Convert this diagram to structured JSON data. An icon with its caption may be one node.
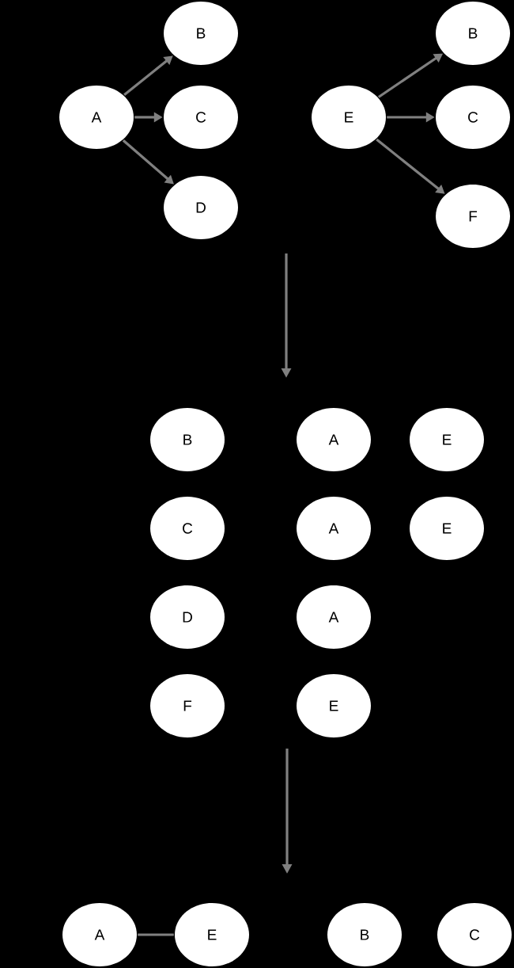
{
  "diagram": {
    "nodes": [
      {
        "text": [
          "A"
        ]
      },
      {
        "text": [
          "B"
        ]
      },
      {
        "text": [
          "C"
        ]
      },
      {
        "text": [
          "D"
        ]
      },
      {
        "text": [
          "E"
        ]
      },
      {
        "text": [
          "B"
        ]
      },
      {
        "text": [
          "C"
        ]
      },
      {
        "text": [
          "F"
        ]
      },
      {
        "text": [
          "B"
        ]
      },
      {
        "text": [
          "A"
        ]
      },
      {
        "text": [
          "E"
        ]
      },
      {
        "text": [
          "C"
        ]
      },
      {
        "text": [
          "A"
        ]
      },
      {
        "text": [
          "E"
        ]
      },
      {
        "text": [
          "D"
        ]
      },
      {
        "text": [
          "A"
        ]
      },
      {
        "text": [
          "F"
        ]
      },
      {
        "text": [
          "E"
        ]
      },
      {
        "text": [
          "A"
        ]
      },
      {
        "text": [
          "E"
        ]
      },
      {
        "text": [
          "B"
        ]
      },
      {
        "text": [
          "C"
        ]
      }
    ],
    "edges": [
      {
        "from": 0,
        "to": 1,
        "arrow": "to"
      },
      {
        "from": 0,
        "to": 2,
        "arrow": "to"
      },
      {
        "from": 0,
        "to": 3,
        "arrow": "to"
      },
      {
        "from": 4,
        "to": 5,
        "arrow": "to"
      },
      {
        "from": 4,
        "to": 6,
        "arrow": "to"
      },
      {
        "from": 4,
        "to": 7,
        "arrow": "to"
      },
      {
        "from": 18,
        "to": 19,
        "arrow": "none"
      }
    ]
  }
}
